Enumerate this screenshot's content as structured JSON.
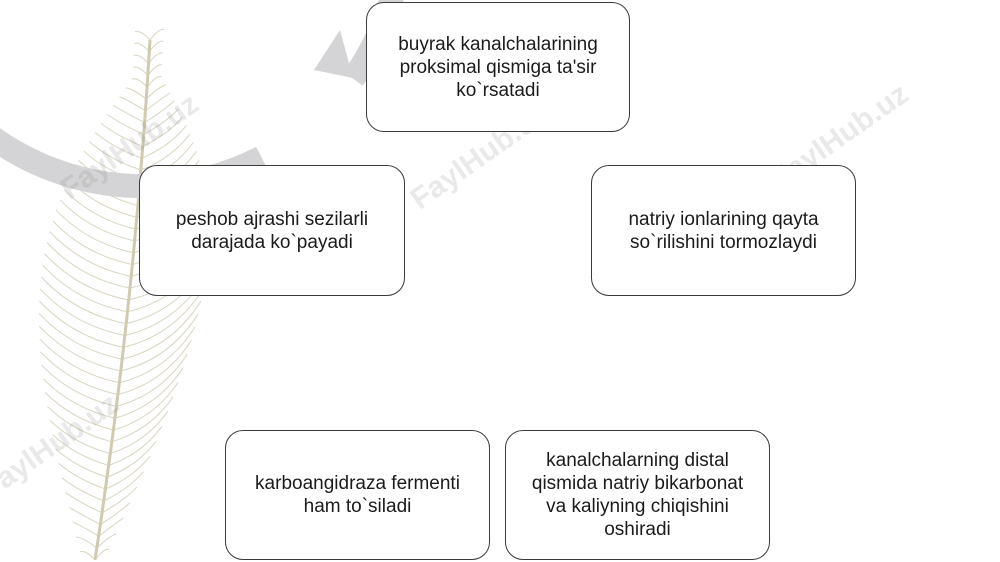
{
  "cycle": {
    "steps": [
      "buyrak kanalchalarining proksimal qismiga ta'sir ko`rsatadi",
      "natriy ionlarining qayta so`rilishini tormozlaydi",
      "kanalchalarning distal qismida natriy bikarbonat va kaliyning chiqishini oshiradi",
      "karboangidraza fermenti ham to`siladi",
      "peshob ajrashi sezilarli darajada ko`payadi"
    ]
  },
  "watermark": {
    "text": "FaylHub.uz"
  },
  "colors": {
    "ring": "#d4d4d6",
    "node_border": "#3a3a3a",
    "feather": "#cfcab0"
  }
}
